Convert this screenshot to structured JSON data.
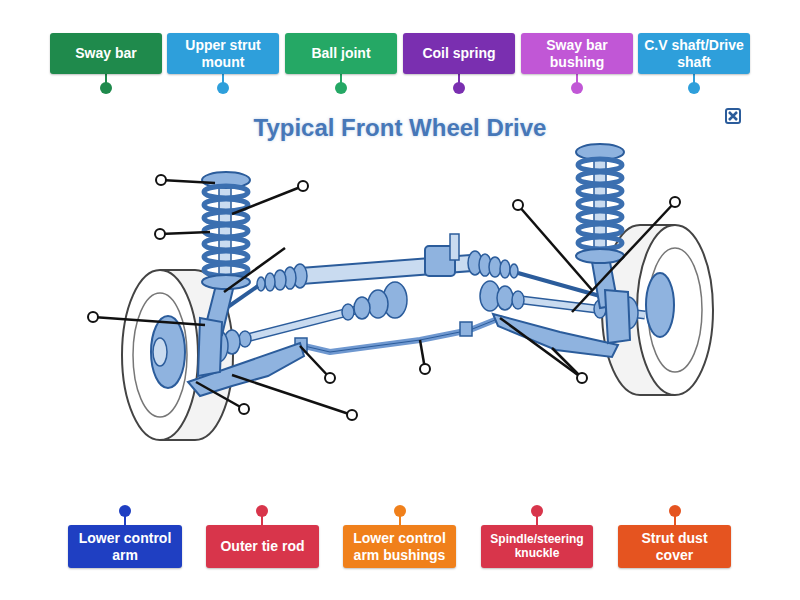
{
  "diagram": {
    "title": "Typical Front Wheel Drive",
    "nodes": [
      {
        "text": [
          "Sway bar"
        ]
      },
      {
        "text": [
          "Upper strut mount"
        ]
      },
      {
        "text": [
          "Ball joint"
        ]
      },
      {
        "text": [
          "Coil spring"
        ]
      },
      {
        "text": [
          "Sway bar bushing"
        ]
      },
      {
        "text": [
          "C.V shaft/Drive shaft"
        ]
      },
      {
        "text": [
          "Lower control arm"
        ]
      },
      {
        "text": [
          "Outer tie rod"
        ]
      },
      {
        "text": [
          "Lower control arm bushings"
        ]
      },
      {
        "text": [
          "Spindle/steering knuckle"
        ]
      },
      {
        "text": [
          "Strut dust cover"
        ]
      }
    ]
  }
}
